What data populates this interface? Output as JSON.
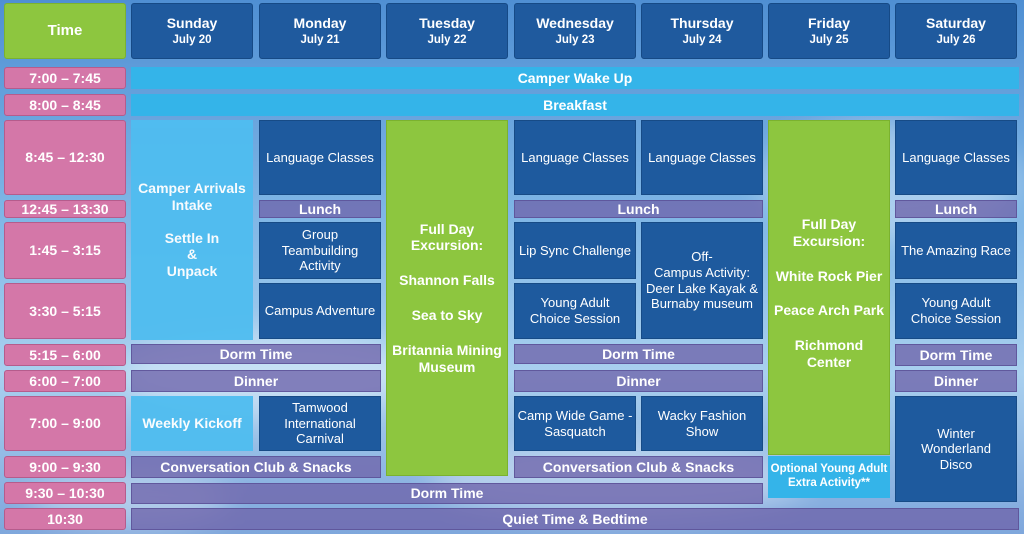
{
  "header": {
    "time_label": "Time",
    "days": [
      {
        "name": "Sunday",
        "date": "July 20"
      },
      {
        "name": "Monday",
        "date": "July 21"
      },
      {
        "name": "Tuesday",
        "date": "July 22"
      },
      {
        "name": "Wednesday",
        "date": "July 23"
      },
      {
        "name": "Thursday",
        "date": "July 24"
      },
      {
        "name": "Friday",
        "date": "July 25"
      },
      {
        "name": "Saturday",
        "date": "July 26"
      }
    ]
  },
  "times": [
    "7:00 – 7:45",
    "8:00 – 8:45",
    "8:45 – 12:30",
    "12:45 – 13:30",
    "1:45 – 3:15",
    "3:30 – 5:15",
    "5:15 – 6:00",
    "6:00 – 7:00",
    "7:00 – 9:00",
    "9:00 – 9:30",
    "9:30 – 10:30",
    "10:30"
  ],
  "events": {
    "wake": "Camper Wake Up",
    "breakfast": "Breakfast",
    "sun_arrival": [
      "Camper Arrivals",
      "Intake",
      "",
      "Settle In",
      "&",
      "Unpack"
    ],
    "sun_kickoff": "Weekly Kickoff",
    "mon_lang": "Language Classes",
    "mon_lunch": "Lunch",
    "mon_team": [
      "Group",
      "Teambuilding",
      "Activity"
    ],
    "mon_campus": "Campus Adventure",
    "mon_carnival": [
      "Tamwood",
      "International",
      "Carnival"
    ],
    "sun_mon_dorm": "Dorm Time",
    "sun_mon_dinner": "Dinner",
    "sun_mon_conv": "Conversation Club & Snacks",
    "tue_excursion": [
      "Full Day",
      "Excursion:",
      "",
      "Shannon Falls",
      "",
      "Sea to Sky",
      "",
      "Britannia Mining",
      "Museum"
    ],
    "wed_lang": "Language Classes",
    "thu_lang": "Language Classes",
    "wt_lunch": "Lunch",
    "wed_lipsync": "Lip Sync Challenge",
    "wed_young": [
      "Young Adult",
      "Choice Session"
    ],
    "thu_offcampus": [
      "Off-",
      "Campus Activity:",
      "Deer Lake Kayak &",
      "Burnaby museum"
    ],
    "wt_dorm": "Dorm Time",
    "wt_dinner": "Dinner",
    "wed_campgame": [
      "Camp Wide Game -",
      "Sasquatch"
    ],
    "thu_fashion": [
      "Wacky Fashion",
      "Show"
    ],
    "wt_conv": "Conversation Club & Snacks",
    "fri_excursion": [
      "Full Day",
      "Excursion:",
      "",
      "White Rock Pier",
      "",
      "Peace Arch Park",
      "",
      "Richmond Center"
    ],
    "fri_optional": [
      "Optional Young Adult",
      "Extra Activity**"
    ],
    "sat_lang": "Language Classes",
    "sat_lunch": "Lunch",
    "sat_race": "The Amazing Race",
    "sat_young": [
      "Young Adult",
      "Choice Session"
    ],
    "sat_dorm": "Dorm Time",
    "sat_dinner": "Dinner",
    "sat_disco": [
      "Winter",
      "Wonderland",
      "Disco"
    ],
    "dorm_time": "Dorm Time",
    "quiet": "Quiet Time & Bedtime"
  },
  "colors": {
    "time_pink": "#d477a8",
    "time_green": "#8dc63f",
    "header_blue": "#1f5a9e",
    "banner_cyan": "#34b4e9",
    "arrival_blue": "#4fbdf0",
    "excursion_green": "#8dc63f",
    "grey_purple": "#7064aa"
  }
}
